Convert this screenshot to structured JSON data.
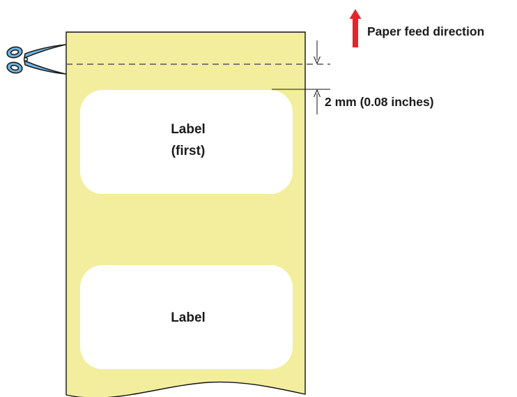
{
  "annotations": {
    "feed_direction": "Paper feed direction",
    "gap_measurement": "2 mm (0.08 inches)"
  },
  "labels": {
    "first_line1": "Label",
    "first_line2": "(first)",
    "second": "Label"
  },
  "colors": {
    "paper": "#f2ee9e",
    "label": "#ffffff",
    "outline": "#111111",
    "feed_arrow": "#e3242b",
    "scissors": "#6eb6e6",
    "cut_line": "#555555"
  },
  "icons": {
    "scissors": "scissors-icon",
    "feed_arrow": "arrow-up-icon"
  }
}
